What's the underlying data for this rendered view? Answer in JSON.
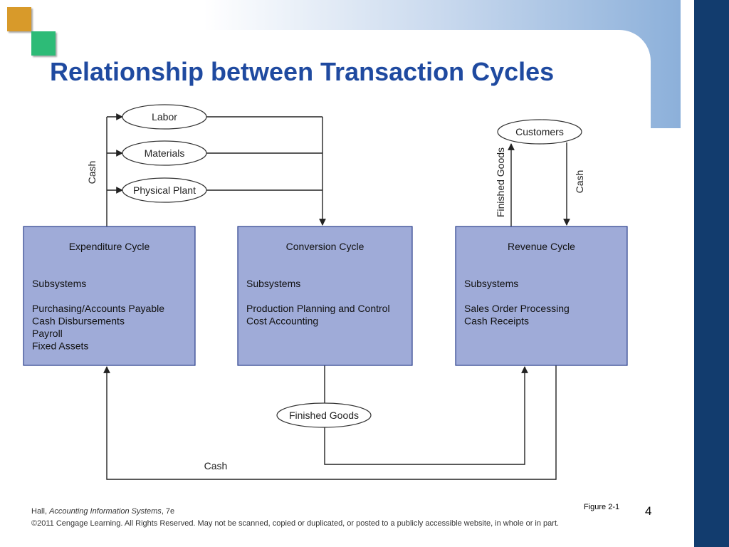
{
  "slide": {
    "title": "Relationship between Transaction Cycles",
    "page_number": "4",
    "figure_label": "Figure 2-1",
    "footer_author": "Hall, ",
    "footer_book": "Accounting Information Systems",
    "footer_edition": ", 7e",
    "footer_copyright": "©2011 Cengage Learning. All Rights Reserved. May not be scanned, copied or duplicated, or posted to a publicly accessible website, in whole or in part."
  },
  "diagram": {
    "ovals": {
      "labor": "Labor",
      "materials": "Materials",
      "physical_plant": "Physical Plant",
      "customers": "Customers",
      "finished_goods": "Finished Goods"
    },
    "boxes": [
      {
        "title": "Expenditure Cycle",
        "subtitle": "Subsystems",
        "lines": [
          "Purchasing/Accounts Payable",
          "Cash Disbursements",
          "Payroll",
          "Fixed Assets"
        ]
      },
      {
        "title": "Conversion Cycle",
        "subtitle": "Subsystems",
        "lines": [
          "Production Planning and Control",
          "Cost Accounting"
        ]
      },
      {
        "title": "Revenue Cycle",
        "subtitle": "Subsystems",
        "lines": [
          "Sales Order Processing",
          "Cash Receipts"
        ]
      }
    ],
    "flow_labels": {
      "cash_left": "Cash",
      "finished_goods_vertical": "Finished Goods",
      "cash_right": "Cash",
      "cash_bottom": "Cash"
    },
    "colors": {
      "box_fill": "#9fabd8",
      "box_stroke": "#2b3f8c",
      "title": "#1f4aa0",
      "right_bar": "#123c6e"
    }
  }
}
